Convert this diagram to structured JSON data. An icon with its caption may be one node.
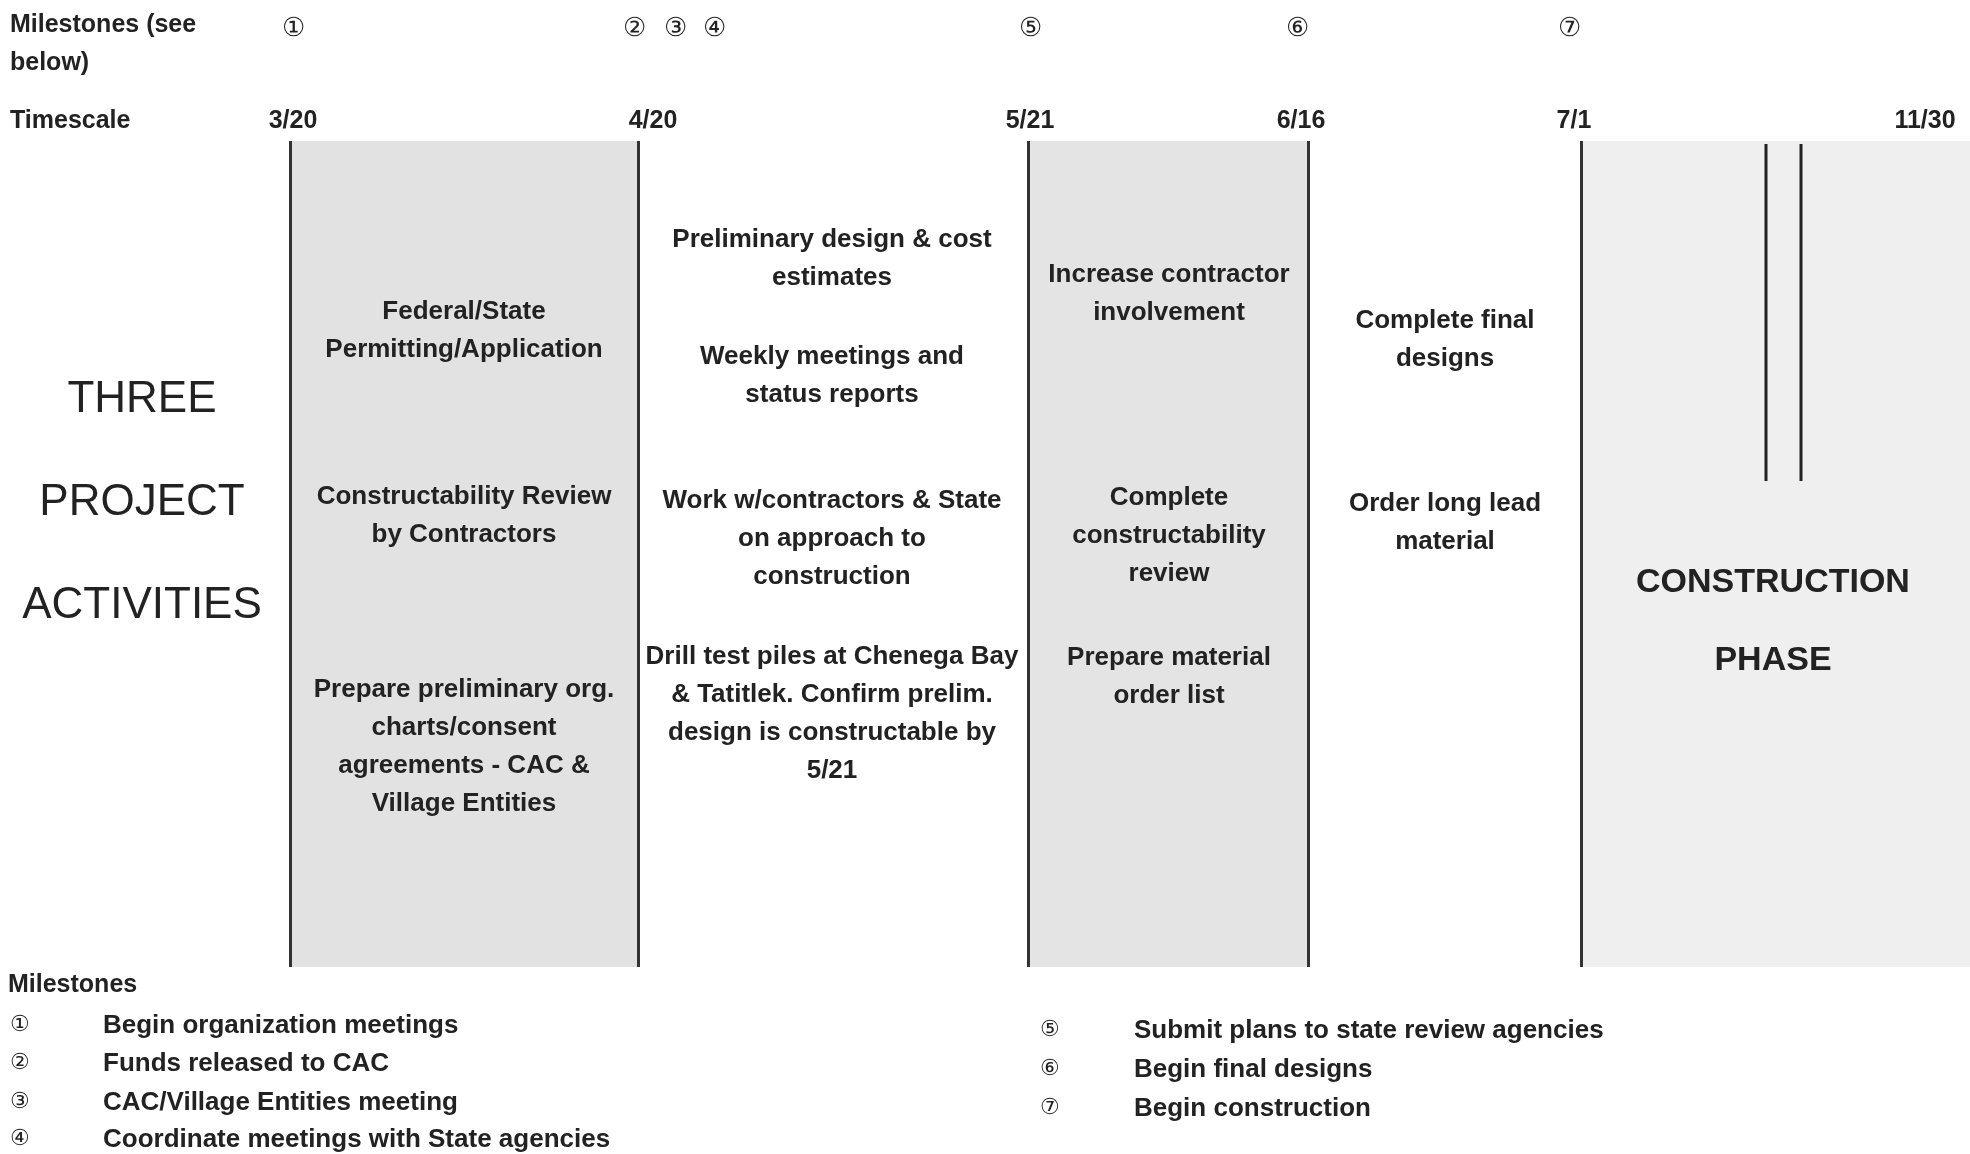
{
  "diagram": {
    "nodes": [
      {
        "text": [
          "Federal/State Permitting/Application",
          "Constructability Review by Contractors",
          "Prepare preliminary org. charts/consent agreements - CAC & Village Entities"
        ]
      },
      {
        "text": [
          "Increase contractor involvement",
          "Complete constructability review",
          "Prepare material order list"
        ]
      },
      {
        "text": [
          "CONSTRUCTION PHASE"
        ]
      }
    ],
    "labels": [
      "Milestones (see below)",
      "①",
      "②",
      "③",
      "④",
      "⑤",
      "⑥",
      "⑦",
      "Timescale",
      "3/20",
      "4/20",
      "5/21",
      "6/16",
      "7/1",
      "11/30",
      "THREE PROJECT ACTIVITIES",
      "Preliminary design & cost estimates",
      "Weekly meetings and status reports",
      "Work w/contractors & State on approach to construction",
      "Drill test piles at Chenega Bay & Tatitlek. Confirm prelim. design is constructable by 5/21",
      "Complete final designs",
      "Order long lead material",
      "Milestones",
      "①",
      "Begin organization meetings",
      "②",
      "Funds released to CAC",
      "③",
      "CAC/Village Entities meeting",
      "④",
      "Coordinate meetings with State agencies",
      "⑤",
      "Submit plans to state review agencies",
      "⑥",
      "Begin final designs",
      "⑦",
      "Begin construction"
    ]
  }
}
